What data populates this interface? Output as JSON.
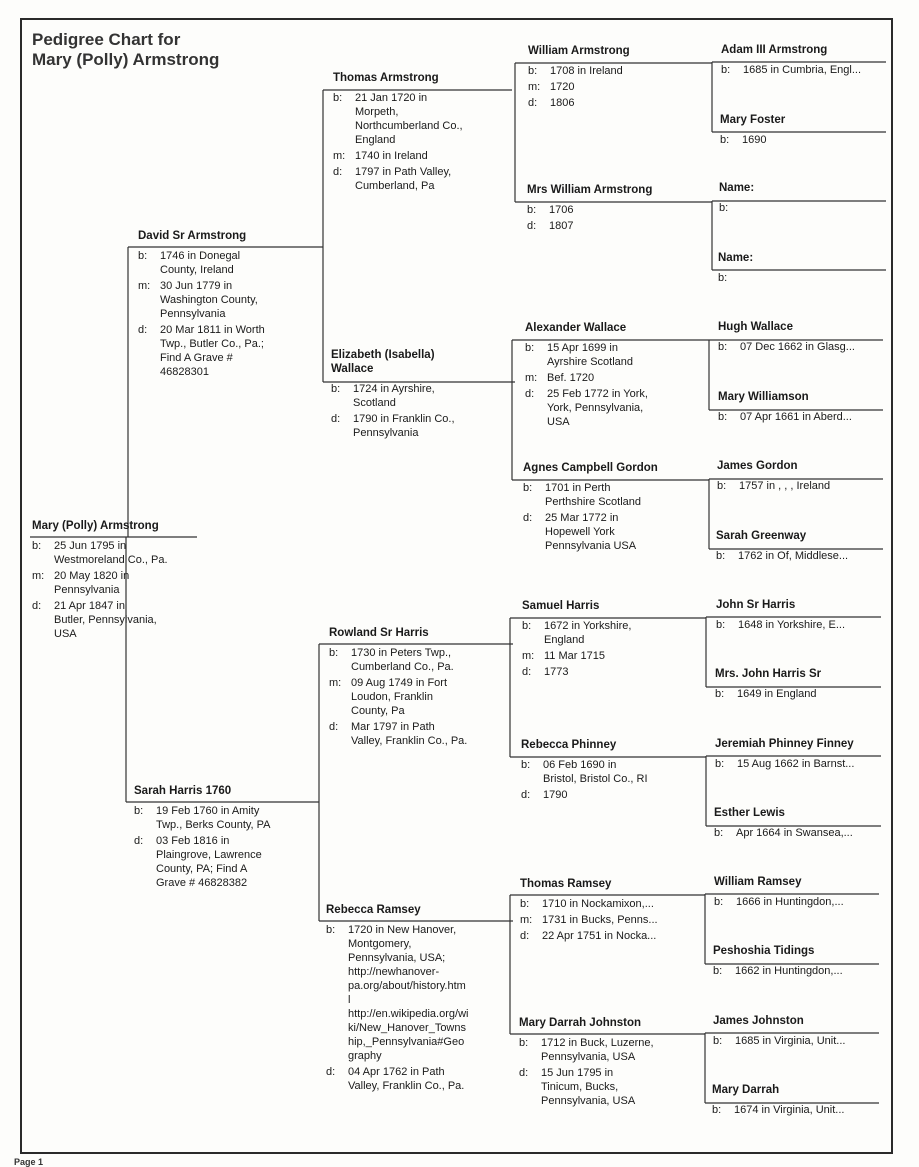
{
  "title": {
    "line1": "Pedigree Chart for",
    "line2": "Mary (Polly) Armstrong"
  },
  "footer": "Page 1",
  "people": {
    "p1": {
      "name": "Mary (Polly) Armstrong",
      "facts": [
        {
          "l": "b:",
          "v": "25 Jun 1795 in\nWestmoreland Co., Pa."
        },
        {
          "l": "m:",
          "v": "20 May 1820 in\nPennsylvania"
        },
        {
          "l": "d:",
          "v": "21 Apr 1847 in\nButler, Pennsylvania,\nUSA"
        }
      ]
    },
    "p2": {
      "name": "David Sr Armstrong",
      "facts": [
        {
          "l": "b:",
          "v": "1746 in Donegal\nCounty, Ireland"
        },
        {
          "l": "m:",
          "v": "30 Jun 1779 in\nWashington County,\nPennsylvania"
        },
        {
          "l": "d:",
          "v": "20 Mar 1811 in Worth\nTwp., Butler Co., Pa.;\nFind A Grave #\n46828301"
        }
      ]
    },
    "p3": {
      "name": "Sarah Harris 1760",
      "facts": [
        {
          "l": "b:",
          "v": "19 Feb 1760 in Amity\nTwp., Berks County, PA"
        },
        {
          "l": "d:",
          "v": "03 Feb 1816 in\nPlaingrove, Lawrence\nCounty, PA; Find A\nGrave # 46828382"
        }
      ]
    },
    "p4": {
      "name": "Thomas Armstrong",
      "facts": [
        {
          "l": "b:",
          "v": "21 Jan 1720 in\nMorpeth,\nNorthcumberland Co.,\nEngland"
        },
        {
          "l": "m:",
          "v": "1740 in Ireland"
        },
        {
          "l": "d:",
          "v": "1797 in Path Valley,\nCumberland, Pa"
        }
      ]
    },
    "p5": {
      "name": "Elizabeth (Isabella)\nWallace",
      "facts": [
        {
          "l": "b:",
          "v": "1724 in Ayrshire,\nScotland"
        },
        {
          "l": "d:",
          "v": "1790 in Franklin Co.,\nPennsylvania"
        }
      ]
    },
    "p6": {
      "name": "Rowland Sr Harris",
      "facts": [
        {
          "l": "b:",
          "v": "1730 in Peters Twp.,\nCumberland Co., Pa."
        },
        {
          "l": "m:",
          "v": "09 Aug 1749 in Fort\nLoudon, Franklin\nCounty, Pa"
        },
        {
          "l": "d:",
          "v": "Mar 1797 in Path\nValley, Franklin Co., Pa."
        }
      ]
    },
    "p7": {
      "name": "Rebecca Ramsey",
      "facts": [
        {
          "l": "b:",
          "v": "1720 in New Hanover,\nMontgomery,\nPennsylvania, USA;\nhttp://newhanover-\npa.org/about/history.htm\nl\nhttp://en.wikipedia.org/wi\nki/New_Hanover_Towns\nhip,_Pennsylvania#Geo\ngraphy"
        },
        {
          "l": "d:",
          "v": "04 Apr 1762 in Path\nValley, Franklin Co., Pa."
        }
      ]
    },
    "p8": {
      "name": "William Armstrong",
      "facts": [
        {
          "l": "b:",
          "v": "1708 in Ireland"
        },
        {
          "l": "m:",
          "v": "1720"
        },
        {
          "l": "d:",
          "v": "1806"
        }
      ]
    },
    "p9": {
      "name": "Mrs William Armstrong",
      "facts": [
        {
          "l": "b:",
          "v": "1706"
        },
        {
          "l": "d:",
          "v": "1807"
        }
      ]
    },
    "p10": {
      "name": "Alexander Wallace",
      "facts": [
        {
          "l": "b:",
          "v": "15 Apr 1699 in\nAyrshire Scotland"
        },
        {
          "l": "m:",
          "v": "Bef. 1720"
        },
        {
          "l": "d:",
          "v": "25 Feb 1772 in York,\nYork, Pennsylvania,\nUSA"
        }
      ]
    },
    "p11": {
      "name": "Agnes Campbell Gordon",
      "facts": [
        {
          "l": "b:",
          "v": "1701 in Perth\nPerthshire Scotland"
        },
        {
          "l": "d:",
          "v": "25 Mar 1772 in\nHopewell York\nPennsylvania USA"
        }
      ]
    },
    "p12": {
      "name": "Samuel Harris",
      "facts": [
        {
          "l": "b:",
          "v": "1672 in Yorkshire,\nEngland"
        },
        {
          "l": "m:",
          "v": "11 Mar 1715"
        },
        {
          "l": "d:",
          "v": "1773"
        }
      ]
    },
    "p13": {
      "name": "Rebecca Phinney",
      "facts": [
        {
          "l": "b:",
          "v": "06 Feb 1690 in\nBristol, Bristol Co., RI"
        },
        {
          "l": "d:",
          "v": "1790"
        }
      ]
    },
    "p14": {
      "name": "Thomas Ramsey",
      "facts": [
        {
          "l": "b:",
          "v": "1710 in Nockamixon,..."
        },
        {
          "l": "m:",
          "v": "1731 in Bucks, Penns..."
        },
        {
          "l": "d:",
          "v": "22 Apr 1751 in Nocka..."
        }
      ]
    },
    "p15": {
      "name": "Mary Darrah Johnston",
      "facts": [
        {
          "l": "b:",
          "v": "1712 in Buck, Luzerne,\nPennsylvania, USA"
        },
        {
          "l": "d:",
          "v": "15 Jun 1795 in\nTinicum, Bucks,\nPennsylvania, USA"
        }
      ]
    },
    "p16": {
      "name": "Adam III Armstrong",
      "facts": [
        {
          "l": "b:",
          "v": "1685 in Cumbria, Engl..."
        }
      ]
    },
    "p17": {
      "name": "Mary Foster",
      "facts": [
        {
          "l": "b:",
          "v": "1690"
        }
      ]
    },
    "p18": {
      "name": "Name:",
      "facts": [
        {
          "l": "b:",
          "v": ""
        }
      ]
    },
    "p19": {
      "name": "Name:",
      "facts": [
        {
          "l": "b:",
          "v": ""
        }
      ]
    },
    "p20": {
      "name": "Hugh Wallace",
      "facts": [
        {
          "l": "b:",
          "v": "07 Dec 1662 in Glasg..."
        }
      ]
    },
    "p21": {
      "name": "Mary Williamson",
      "facts": [
        {
          "l": "b:",
          "v": "07 Apr 1661 in Aberd..."
        }
      ]
    },
    "p22": {
      "name": "James Gordon",
      "facts": [
        {
          "l": "b:",
          "v": "1757 in , , , Ireland"
        }
      ]
    },
    "p23": {
      "name": "Sarah Greenway",
      "facts": [
        {
          "l": "b:",
          "v": "1762 in Of, Middlese..."
        }
      ]
    },
    "p24": {
      "name": "John Sr Harris",
      "facts": [
        {
          "l": "b:",
          "v": "1648 in Yorkshire, E..."
        }
      ]
    },
    "p25": {
      "name": "Mrs. John Harris Sr",
      "facts": [
        {
          "l": "b:",
          "v": "1649 in England"
        }
      ]
    },
    "p26": {
      "name": "Jeremiah Phinney Finney",
      "facts": [
        {
          "l": "b:",
          "v": "15 Aug 1662 in Barnst..."
        }
      ]
    },
    "p27": {
      "name": "Esther Lewis",
      "facts": [
        {
          "l": "b:",
          "v": "Apr 1664 in Swansea,..."
        }
      ]
    },
    "p28": {
      "name": "William Ramsey",
      "facts": [
        {
          "l": "b:",
          "v": "1666 in Huntingdon,..."
        }
      ]
    },
    "p29": {
      "name": "Peshoshia Tidings",
      "facts": [
        {
          "l": "b:",
          "v": "1662 in Huntingdon,..."
        }
      ]
    },
    "p30": {
      "name": "James Johnston",
      "facts": [
        {
          "l": "b:",
          "v": "1685 in Virginia, Unit..."
        }
      ]
    },
    "p31": {
      "name": "Mary Darrah",
      "facts": [
        {
          "l": "b:",
          "v": "1674 in Virginia, Unit..."
        }
      ]
    }
  }
}
